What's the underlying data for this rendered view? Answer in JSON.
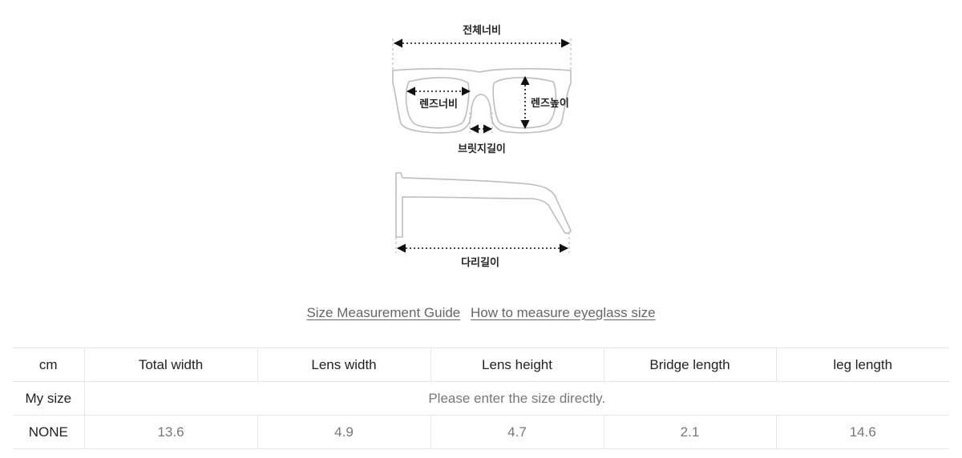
{
  "diagram": {
    "labels": {
      "total_width": "전체너비",
      "lens_width": "렌즈너비",
      "lens_height": "렌즈높이",
      "bridge_length": "브릿지길이",
      "leg_length": "다리길이"
    }
  },
  "links": {
    "size_guide": "Size Measurement Guide",
    "how_to_measure": "How to measure eyeglass size"
  },
  "table": {
    "headers": [
      "cm",
      "Total width",
      "Lens width",
      "Lens height",
      "Bridge length",
      "leg length"
    ],
    "my_size": {
      "label": "My size",
      "note": "Please enter the size directly."
    },
    "rows": [
      {
        "label": "NONE",
        "values": [
          "13.6",
          "4.9",
          "4.7",
          "2.1",
          "14.6"
        ]
      }
    ]
  },
  "colors": {
    "outline": "#bdbdbd",
    "arrow": "#111111",
    "border": "#e6e6e6",
    "muted_text": "#777777"
  }
}
